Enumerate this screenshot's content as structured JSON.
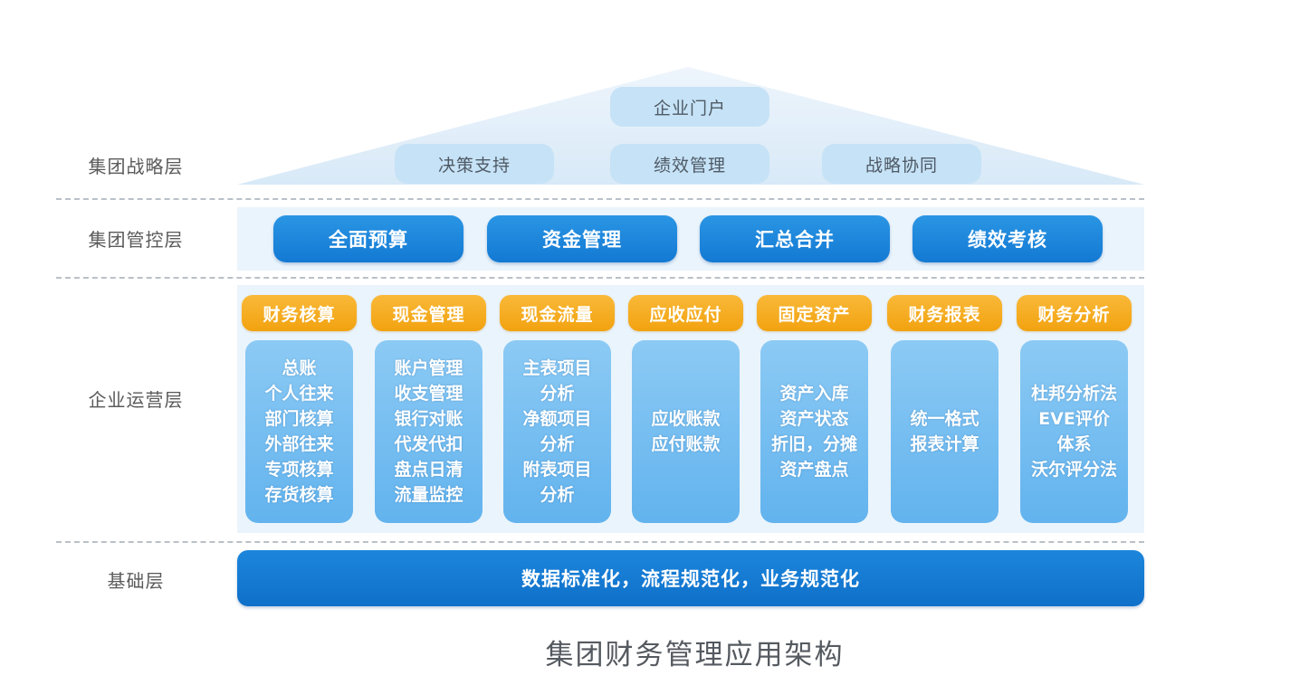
{
  "layers": {
    "strategy": "集团战略层",
    "control": "集团管控层",
    "operations": "企业运营层",
    "foundation": "基础层"
  },
  "strategy": {
    "portal": "企业门户",
    "items": [
      "决策支持",
      "绩效管理",
      "战略协同"
    ]
  },
  "control": {
    "items": [
      "全面预算",
      "资金管理",
      "汇总合并",
      "绩效考核"
    ]
  },
  "operations": {
    "modules": [
      {
        "title": "财务核算",
        "lines": [
          "总账",
          "个人往来",
          "部门核算",
          "外部往来",
          "专项核算",
          "存货核算"
        ]
      },
      {
        "title": "现金管理",
        "lines": [
          "账户管理",
          "收支管理",
          "银行对账",
          "代发代扣",
          "盘点日清",
          "流量监控"
        ]
      },
      {
        "title": "现金流量",
        "lines": [
          "主表项目",
          "分析",
          "净额项目",
          "分析",
          "附表项目",
          "分析"
        ]
      },
      {
        "title": "应收应付",
        "lines": [
          "应收账款",
          "应付账款"
        ]
      },
      {
        "title": "固定资产",
        "lines": [
          "资产入库",
          "资产状态",
          "折旧，分摊",
          "资产盘点"
        ]
      },
      {
        "title": "财务报表",
        "lines": [
          "统一格式",
          "报表计算"
        ]
      },
      {
        "title": "财务分析",
        "lines": [
          "杜邦分析法",
          "EVE评价",
          "体系",
          "沃尔评分法"
        ]
      }
    ]
  },
  "foundation": {
    "text": "数据标准化，流程规范化，业务规范化"
  },
  "caption": "集团财务管理应用架构",
  "colors": {
    "roof": "#dcebf8",
    "band": "#eaf4fc",
    "accent_blue": "#1379d3",
    "accent_orange": "#f2a20f",
    "module_body": "#62b3ee"
  }
}
